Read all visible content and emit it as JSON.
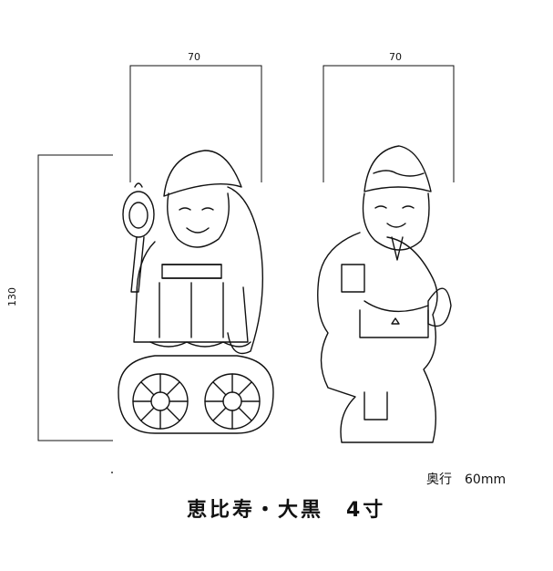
{
  "dimensions": {
    "left_width": "70",
    "right_width": "70",
    "height": "130"
  },
  "depth_label": "奥行　60mm",
  "title": "恵比寿・大黒　4寸"
}
